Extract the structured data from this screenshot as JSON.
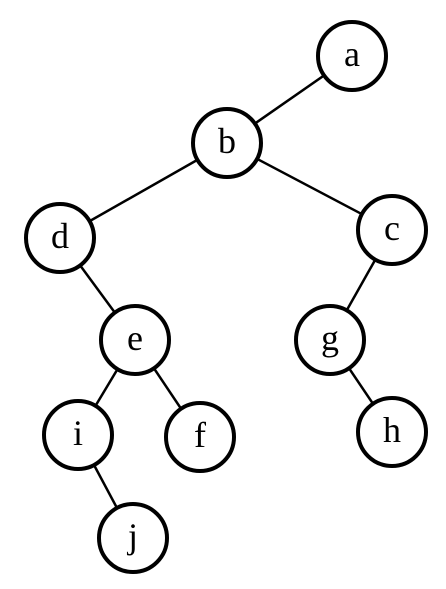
{
  "tree": {
    "nodes": [
      {
        "id": "a",
        "label": "a"
      },
      {
        "id": "b",
        "label": "b"
      },
      {
        "id": "c",
        "label": "c"
      },
      {
        "id": "d",
        "label": "d"
      },
      {
        "id": "e",
        "label": "e"
      },
      {
        "id": "f",
        "label": "f"
      },
      {
        "id": "g",
        "label": "g"
      },
      {
        "id": "h",
        "label": "h"
      },
      {
        "id": "i",
        "label": "i"
      },
      {
        "id": "j",
        "label": "j"
      }
    ],
    "edges": [
      {
        "from": "a",
        "to": "b"
      },
      {
        "from": "b",
        "to": "d"
      },
      {
        "from": "b",
        "to": "c"
      },
      {
        "from": "d",
        "to": "e"
      },
      {
        "from": "c",
        "to": "g"
      },
      {
        "from": "e",
        "to": "i"
      },
      {
        "from": "e",
        "to": "f"
      },
      {
        "from": "g",
        "to": "h"
      },
      {
        "from": "i",
        "to": "j"
      }
    ]
  }
}
